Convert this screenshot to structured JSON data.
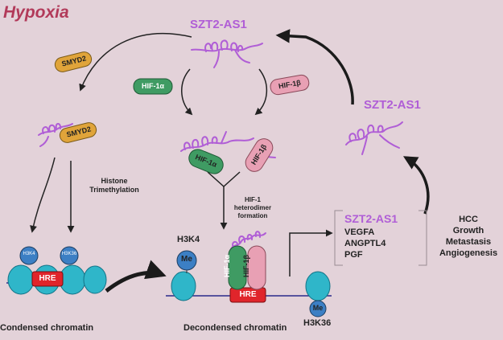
{
  "title": "Hypoxia",
  "lncrna": {
    "top_label": "SZT2-AS1",
    "right_label": "SZT2-AS1",
    "box_label": "SZT2-AS1"
  },
  "proteins": {
    "smyd2_free": "SMYD2",
    "smyd2_bound": "SMYD2",
    "hif1a_free": "HIF-1α",
    "hif1b_free": "HIF-1β",
    "hif1a_bound": "HIF-1α",
    "hif1b_bound": "HIF-1β",
    "hif1a_dna": "HIF-1α",
    "hif1b_dna": "HIF-1β"
  },
  "steps": {
    "histone_line1": "Histone",
    "histone_line2": "Trimethylation",
    "hif_line1": "HIF-1",
    "hif_line2": "heterodimer",
    "hif_line3": "formation"
  },
  "marks": {
    "h3k4_small": "H3K4",
    "h3k36_small": "H3K36",
    "h3k4_label": "H3K4",
    "me_top": "Me",
    "me_bottom": "Me",
    "h3k36_label": "H3K36"
  },
  "hre": {
    "left": "HRE",
    "center": "HRE"
  },
  "targets": [
    "VEGFA",
    "ANGPTL4",
    "PGF"
  ],
  "outcomes": [
    "HCC",
    "Growth",
    "Metastasis",
    "Angiogenesis"
  ],
  "captions": {
    "condensed": "Condensed chromatin",
    "decondensed": "Decondensed chromatin"
  },
  "colors": {
    "background": "#e3d2d9",
    "title": "#b23a5a",
    "lncrna": "#b05ed6",
    "smyd2": "#e0a43a",
    "hif1a": "#3f9b63",
    "hif1b": "#e8a0b4",
    "hre": "#e0252b",
    "nucleosome": "#2fb6c9",
    "mark": "#3c7fc4"
  }
}
